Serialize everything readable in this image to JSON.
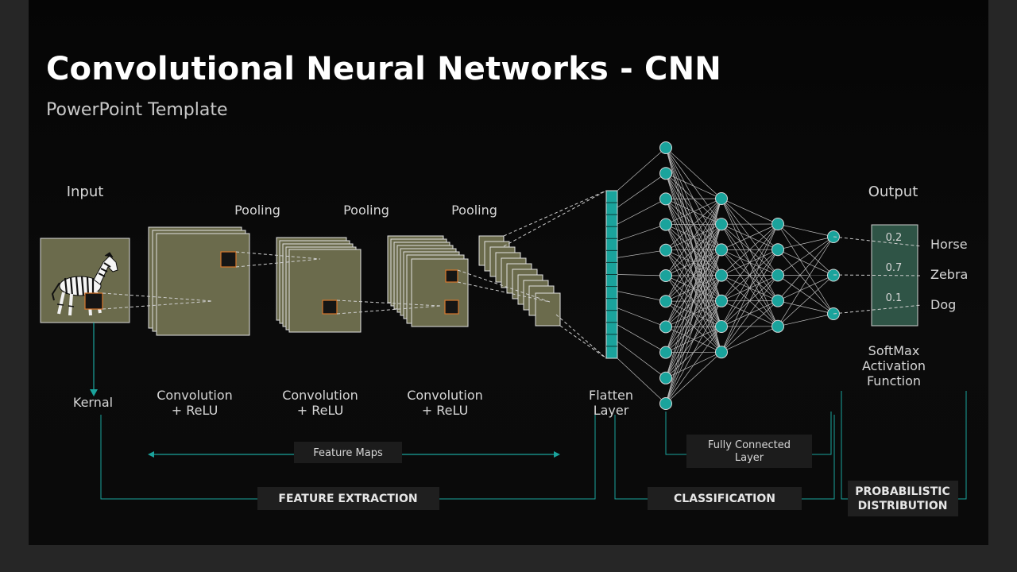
{
  "title": "Convolutional Neural Networks - CNN",
  "subtitle": "PowerPoint Template",
  "colors": {
    "accent": "#1aa39c",
    "feature_map": "#6b6b4c",
    "background": "#050505"
  },
  "labels": {
    "input": "Input",
    "pooling_1": "Pooling",
    "pooling_2": "Pooling",
    "pooling_3": "Pooling",
    "output": "Output",
    "kernel": "Kernal",
    "conv_1": [
      "Convolution",
      "+ ReLU"
    ],
    "conv_2": [
      "Convolution",
      "+ ReLU"
    ],
    "conv_3": [
      "Convolution",
      "+ ReLU"
    ],
    "flatten": [
      "Flatten",
      "Layer"
    ],
    "softmax": [
      "SoftMax",
      "Activation",
      "Function"
    ],
    "feature_maps": "Feature Maps",
    "fully_connected": [
      "Fully Connected",
      "Layer"
    ],
    "stage_feature_extraction": "FEATURE EXTRACTION",
    "stage_classification": "CLASSIFICATION",
    "stage_probabilistic": [
      "PROBABILISTIC",
      "DISTRIBUTION"
    ]
  },
  "outputs": [
    {
      "probability": "0.2",
      "class": "Horse"
    },
    {
      "probability": "0.7",
      "class": "Zebra"
    },
    {
      "probability": "0.1",
      "class": "Dog"
    }
  ],
  "network": {
    "layer_sizes": [
      11,
      7,
      5,
      3
    ],
    "flatten_cells": 14
  }
}
